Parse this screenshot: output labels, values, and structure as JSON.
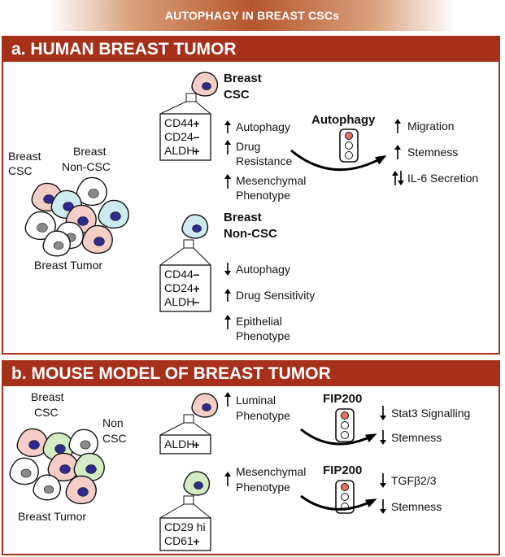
{
  "title": "AUTOPHAGY IN BREAST CSCs",
  "panel_a": {
    "heading": "a. HUMAN BREAST TUMOR",
    "cluster_csc_label": [
      "Breast",
      "CSC"
    ],
    "cluster_noncsc_label": [
      "Breast",
      "Non-CSC"
    ],
    "tumor_label": "Breast Tumor",
    "csc": {
      "title": [
        "Breast",
        "CSC"
      ],
      "markers": [
        {
          "name": "CD44",
          "sign": "+"
        },
        {
          "name": "CD24",
          "sign": "−"
        },
        {
          "name": "ALDH",
          "sign": "+"
        }
      ],
      "effects": [
        {
          "dir": "up",
          "lines": [
            "Autophagy"
          ]
        },
        {
          "dir": "up",
          "lines": [
            "Drug",
            "Resistance"
          ]
        },
        {
          "dir": "up",
          "lines": [
            "Mesenchymal",
            "Phenotype"
          ]
        }
      ]
    },
    "noncsc": {
      "title": [
        "Breast",
        "Non-CSC"
      ],
      "markers": [
        {
          "name": "CD44",
          "sign": "−"
        },
        {
          "name": "CD24",
          "sign": "+"
        },
        {
          "name": "ALDH",
          "sign": "−"
        }
      ],
      "effects": [
        {
          "dir": "down",
          "lines": [
            "Autophagy"
          ]
        },
        {
          "dir": "up",
          "lines": [
            "Drug Sensitivity"
          ]
        },
        {
          "dir": "up",
          "lines": [
            "Epithelial",
            "Phenotype"
          ]
        }
      ]
    },
    "signal_label": "Autophagy",
    "outcomes": [
      {
        "dir": "up",
        "text": "Migration"
      },
      {
        "dir": "up",
        "text": "Stemness"
      },
      {
        "dir": "updown",
        "text": "IL-6 Secretion"
      }
    ]
  },
  "panel_b": {
    "heading": "b. MOUSE MODEL OF BREAST TUMOR",
    "cluster_csc_label": [
      "Breast",
      "CSC"
    ],
    "cluster_noncsc_label": [
      "Non",
      "CSC"
    ],
    "tumor_label": "Breast Tumor",
    "luminal": {
      "effect": {
        "dir": "up",
        "lines": [
          "Luminal",
          "Phenotype"
        ]
      },
      "markers": [
        {
          "name": "ALDH",
          "sign": "+"
        }
      ],
      "signal_label": "FIP200",
      "outcomes": [
        {
          "dir": "down",
          "text": "Stat3 Signalling"
        },
        {
          "dir": "down",
          "text": "Stemness"
        }
      ]
    },
    "mesenchymal": {
      "effect": {
        "dir": "up",
        "lines": [
          "Mesenchymal",
          "Phenotype"
        ]
      },
      "markers": [
        {
          "name": "CD29 hi",
          "sign": ""
        },
        {
          "name": "CD61",
          "sign": "+"
        }
      ],
      "signal_label": "FIP200",
      "outcomes": [
        {
          "dir": "down",
          "text": "TGFβ2/3"
        },
        {
          "dir": "down",
          "text": "Stemness"
        }
      ]
    }
  },
  "colors": {
    "header": "#a7301b",
    "csc_pink": "#f5cfc7",
    "noncsc_blue": "#cdebf0",
    "mesenchymal_green": "#d3ecc5",
    "nucleus": "#2e2a8e",
    "plus": "#3aa53a",
    "minus": "#d0342c",
    "light_red": "#e8735c"
  }
}
